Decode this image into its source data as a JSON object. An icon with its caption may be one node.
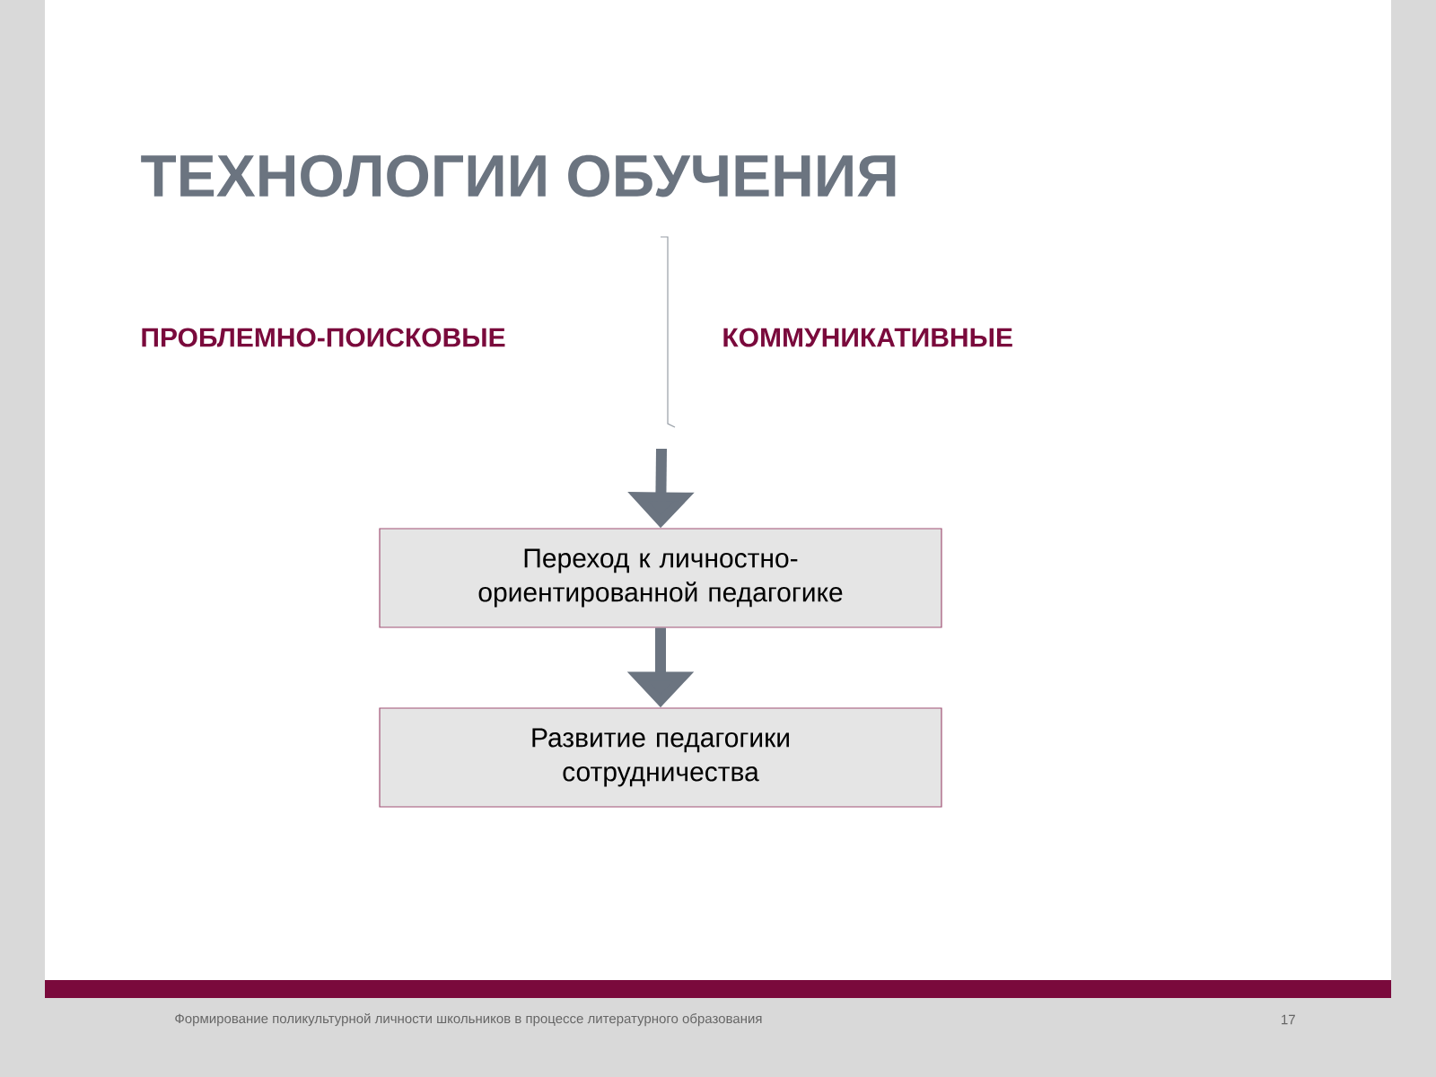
{
  "diagram": {
    "title": "ТЕХНОЛОГИИ ОБУЧЕНИЯ",
    "nodes": [
      {
        "text": [
          "Переход к личностно-ориентированной педагогике"
        ]
      },
      {
        "text": [
          "Развитие педагогики сотрудничества"
        ]
      }
    ],
    "edges": [
      {
        "from": null,
        "to": 0,
        "arrow": "to"
      },
      {
        "from": 0,
        "to": 1,
        "arrow": "to"
      }
    ],
    "labels": [
      "ПРОБЛЕМНО-ПОИСКОВЫЕ",
      "КОММУНИКАТИВНЫЕ",
      "Формирование поликультурной личности школьников в процессе литературного образования",
      "17"
    ]
  }
}
